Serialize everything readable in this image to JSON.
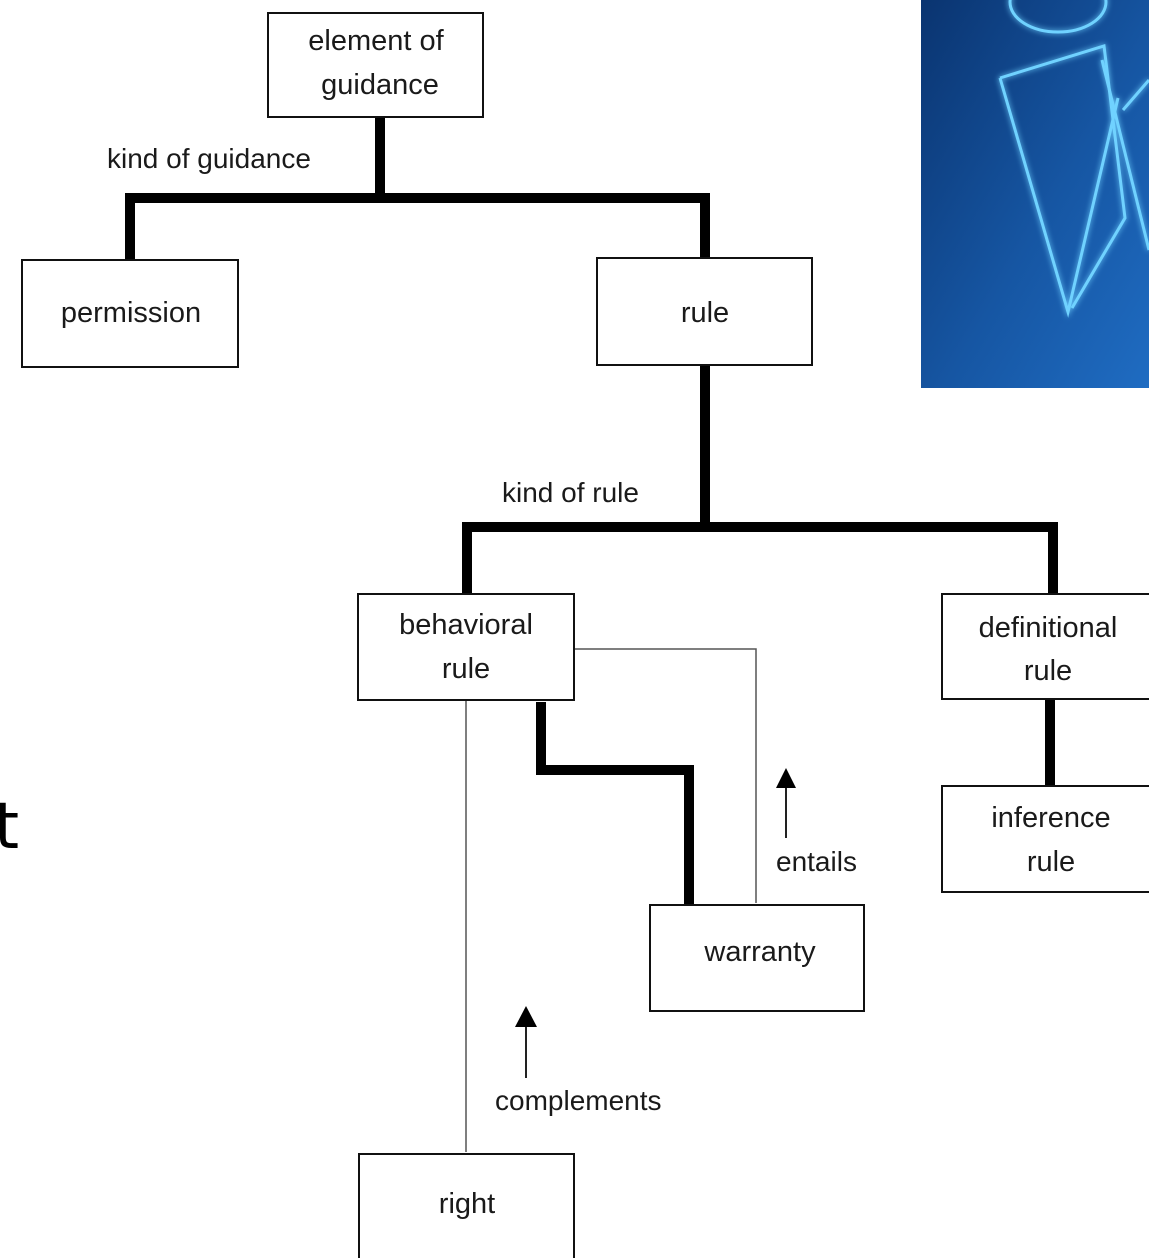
{
  "diagram": {
    "nodes": {
      "element_of_guidance": [
        "element of",
        "guidance"
      ],
      "permission": [
        "permission"
      ],
      "rule": [
        "rule"
      ],
      "behavioral_rule": [
        "behavioral",
        "rule"
      ],
      "definitional_rule": [
        "definitional",
        "rule"
      ],
      "inference_rule": [
        "inference",
        "rule"
      ],
      "warranty": [
        "warranty"
      ],
      "right": [
        "right"
      ]
    },
    "edge_labels": {
      "kind_of_guidance": "kind of guidance",
      "kind_of_rule": "kind of rule",
      "entails": "entails",
      "complements": "complements"
    },
    "side_text": "t"
  },
  "decoration": {
    "logo_panel": {
      "description_icon": "neon-figure-logo",
      "bg_dark": "#0b3c7a",
      "bg_light": "#1d63b3",
      "glow": "#58c8ff"
    }
  }
}
